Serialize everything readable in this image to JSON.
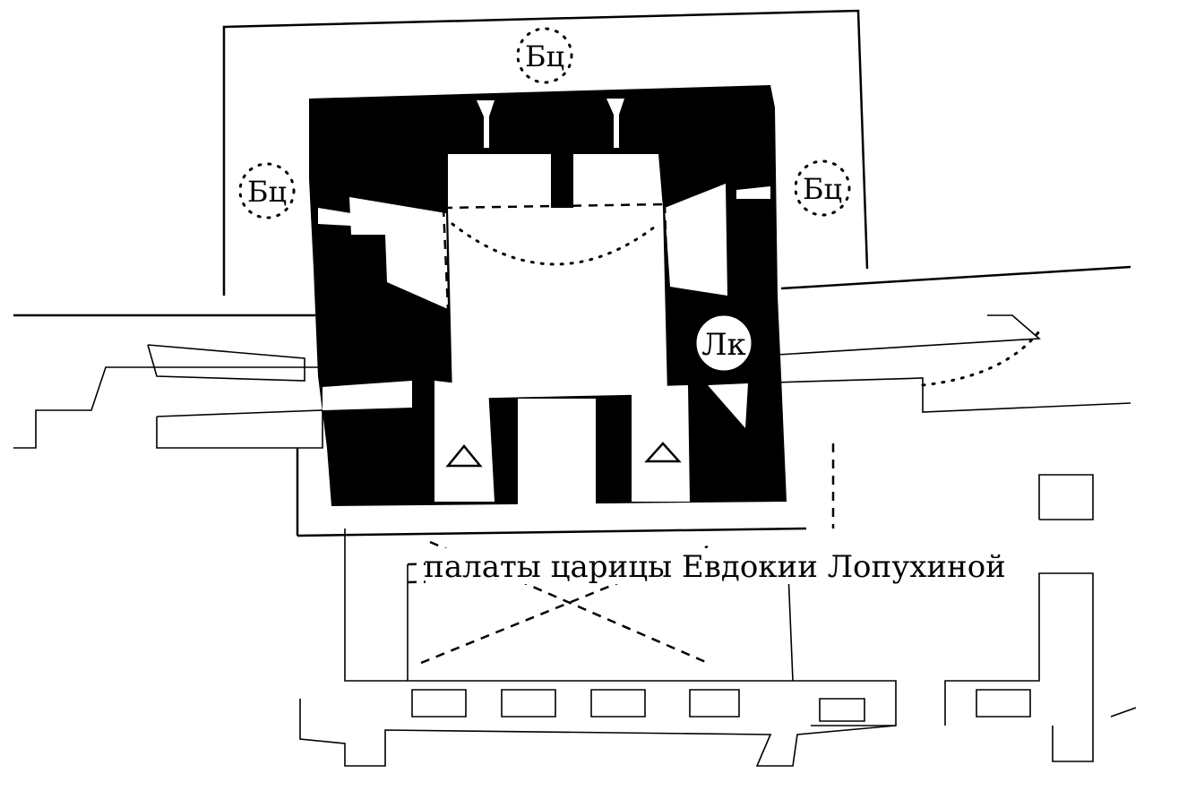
{
  "labels": {
    "top": "Бц",
    "left": "Бц",
    "right": "Бц",
    "marker": "Лк",
    "caption": "палаты царицы Евдокии Лопухиной"
  }
}
